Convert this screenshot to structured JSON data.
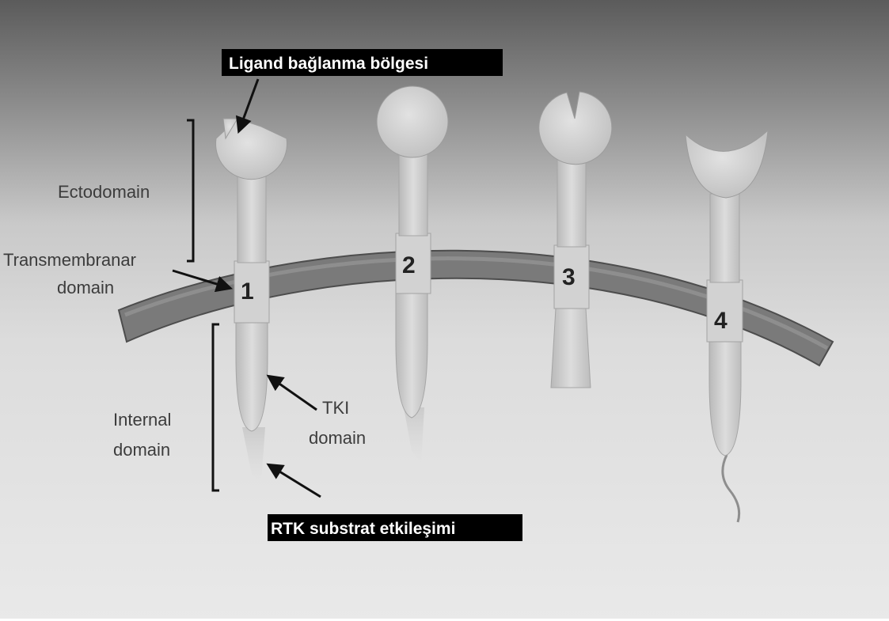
{
  "labels": {
    "ligand_site": "Ligand bağlanma bölgesi",
    "ectodomain": "Ectodomain",
    "transmembrane_line1": "Transmembranar",
    "transmembrane_line2": "domain",
    "internal_line1": "Internal",
    "internal_line2": "domain",
    "tki_line1": "TKI",
    "tki_line2": "domain",
    "rtk_substrate": "RTK substrat etkileşimi"
  },
  "receptors": [
    "1",
    "2",
    "3",
    "4"
  ]
}
